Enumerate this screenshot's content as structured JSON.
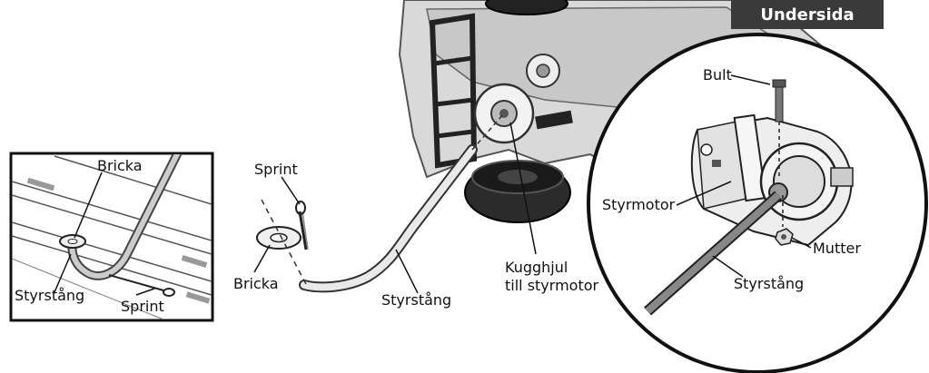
{
  "header": {
    "title": "Undersida",
    "bg": "#3a3a3a"
  },
  "inset": {
    "labels": {
      "washer": "Bricka",
      "rod": "Styrstång",
      "pin": "Sprint"
    }
  },
  "main": {
    "labels": {
      "pin": "Sprint",
      "washer": "Bricka",
      "rod": "Styrstång",
      "gear_line1": "Kugghjul",
      "gear_line2": "till styrmotor"
    }
  },
  "detail": {
    "labels": {
      "bolt": "Bult",
      "motor": "Styrmotor",
      "nut": "Mutter",
      "rod": "Styrstång"
    }
  }
}
